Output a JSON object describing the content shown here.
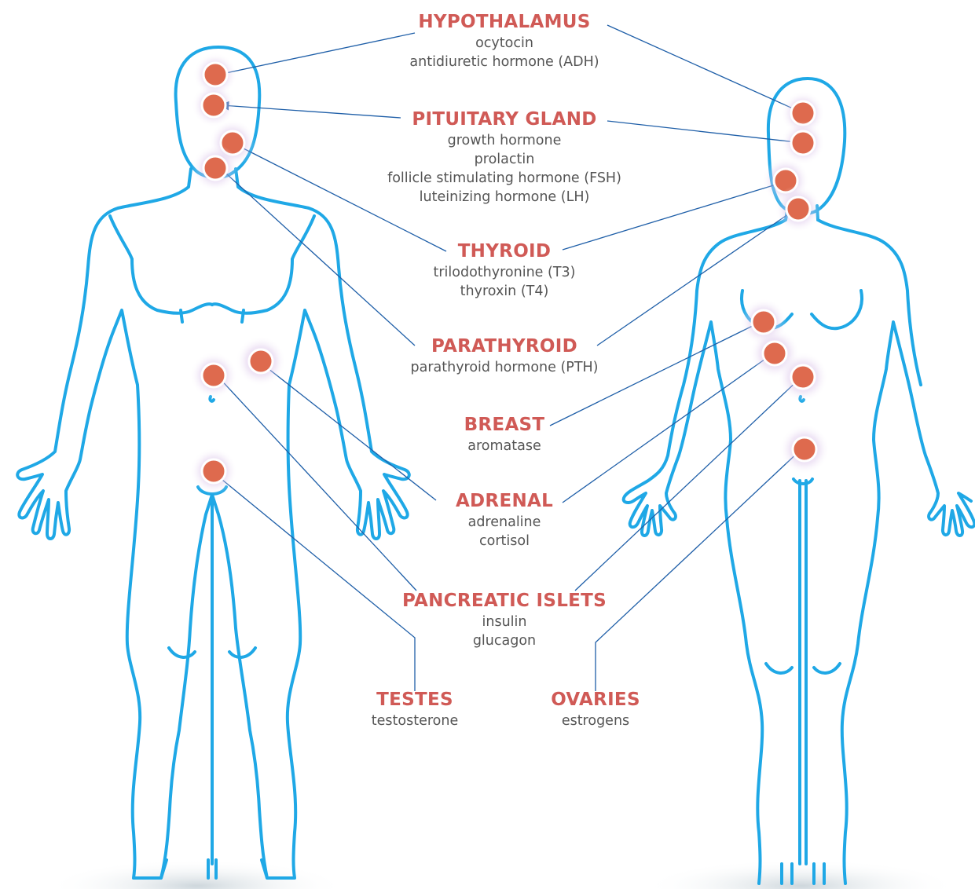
{
  "colors": {
    "body_outline": "#1fa8e6",
    "gland_fill": "#de6a4e",
    "gland_glow": "#c9a7dd",
    "leader_line": "#1f5fa8",
    "title_red": "#d05a56",
    "hormone_grey": "#555555"
  },
  "labels": [
    {
      "id": "hypothalamus",
      "title": "HYPOTHALAMUS",
      "hormones": [
        "ocytocin",
        "antidiuretic hormone (ADH)"
      ]
    },
    {
      "id": "pituitary",
      "title": "PITUITARY GLAND",
      "hormones": [
        "growth hormone",
        "prolactin",
        "follicle stimulating hormone (FSH)",
        "luteinizing hormone (LH)"
      ]
    },
    {
      "id": "thyroid",
      "title": "THYROID",
      "hormones": [
        "trilodothyronine (T3)",
        "thyroxin (T4)"
      ]
    },
    {
      "id": "parathyroid",
      "title": "PARATHYROID",
      "hormones": [
        "parathyroid hormone (PTH)"
      ]
    },
    {
      "id": "breast",
      "title": "BREAST",
      "hormones": [
        "aromatase"
      ]
    },
    {
      "id": "adrenal",
      "title": "ADRENAL",
      "hormones": [
        "adrenaline",
        "cortisol"
      ]
    },
    {
      "id": "pancreatic",
      "title": "PANCREATIC ISLETS",
      "hormones": [
        "insulin",
        "glucagon"
      ]
    },
    {
      "id": "testes",
      "title": "TESTES",
      "hormones": [
        "testosterone"
      ]
    },
    {
      "id": "ovaries",
      "title": "OVARIES",
      "hormones": [
        "estrogens"
      ]
    }
  ]
}
